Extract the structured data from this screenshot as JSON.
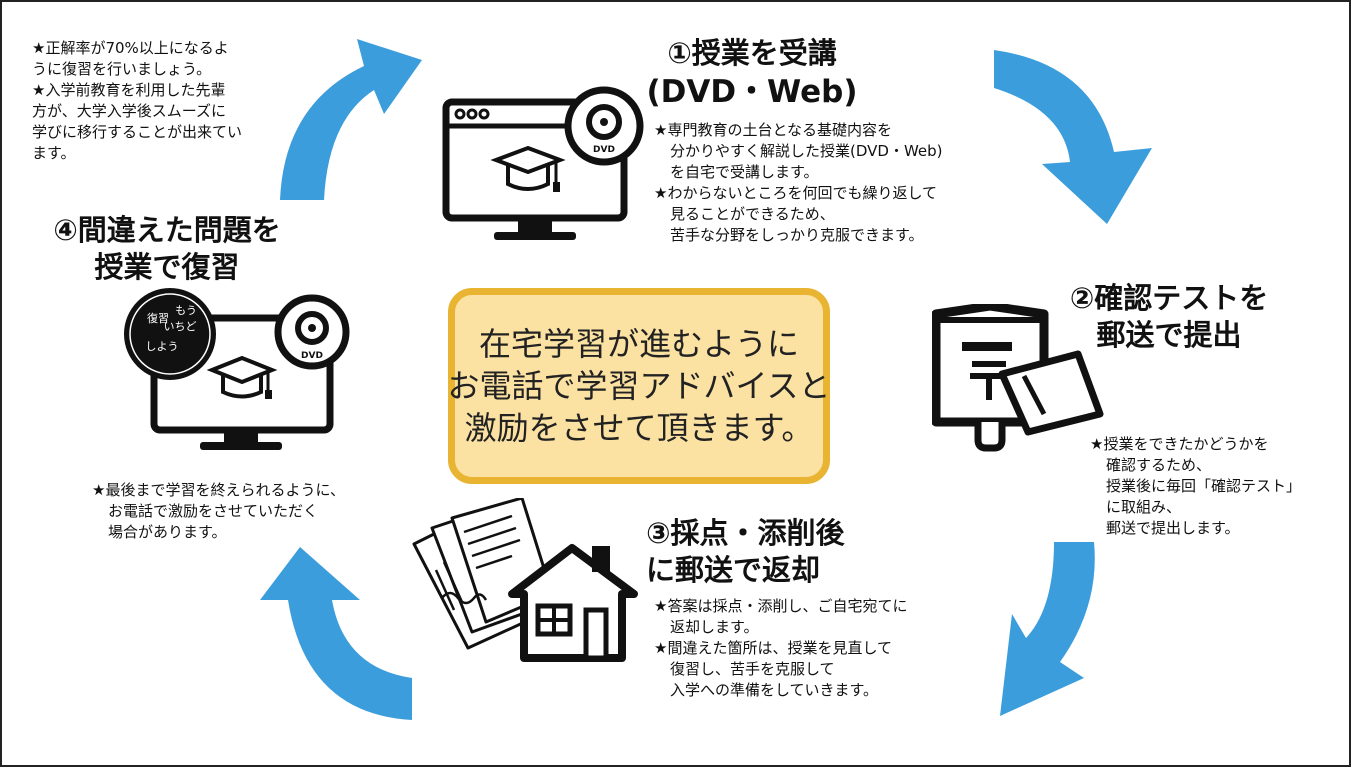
{
  "steps": [
    {
      "title": [
        "①授業を受講",
        "(DVD・Web)"
      ],
      "notes": [
        {
          "text": "★専門教育の土台となる基礎内容を",
          "indent": false
        },
        {
          "text": "分かりやすく解説した授業(DVD・Web)",
          "indent": true
        },
        {
          "text": "を自宅で受講します。",
          "indent": true
        },
        {
          "text": "★わからないところを何回でも繰り返して",
          "indent": false
        },
        {
          "text": "見ることができるため、",
          "indent": true
        },
        {
          "text": "苦手な分野をしっかり克服できます。",
          "indent": true
        }
      ],
      "icon": "monitor-dvd-icon",
      "disc_label": "DVD"
    },
    {
      "title": [
        "②確認テストを",
        "郵送で提出"
      ],
      "notes": [
        {
          "text": "★授業をできたかどうかを",
          "indent": false
        },
        {
          "text": "確認するため、",
          "indent": true
        },
        {
          "text": "授業後に毎回「確認テスト」",
          "indent": true
        },
        {
          "text": "に取組み、",
          "indent": true
        },
        {
          "text": "郵送で提出します。",
          "indent": true
        }
      ],
      "icon": "postbox-icon"
    },
    {
      "title": [
        "③採点・添削後",
        "に郵送で返却"
      ],
      "notes": [
        {
          "text": "★答案は採点・添削し、ご自宅宛てに",
          "indent": false
        },
        {
          "text": "返却します。",
          "indent": true
        },
        {
          "text": "★間違えた箇所は、授業を見直して",
          "indent": false
        },
        {
          "text": "復習し、苦手を克服して",
          "indent": true
        },
        {
          "text": "入学への準備をしていきます。",
          "indent": true
        }
      ],
      "icon": "house-papers-icon"
    },
    {
      "title": [
        "④間違えた問題を",
        "授業で復習"
      ],
      "notes": [
        {
          "text": "★最後まで学習を終えられるように、",
          "indent": false
        },
        {
          "text": "お電話で激励をさせていただく",
          "indent": true
        },
        {
          "text": "場合があります。",
          "indent": true
        }
      ],
      "icon": "monitor-review-icon",
      "stamp_text": [
        "もう",
        "いちど",
        "復習",
        "しよう"
      ],
      "disc_label": "DVD"
    }
  ],
  "top_left_notes": [
    {
      "text": "★正解率が70%以上になるよ",
      "indent": false
    },
    {
      "text": "うに復習を行いましょう。",
      "indent": false
    },
    {
      "text": "★入学前教育を利用した先輩",
      "indent": false
    },
    {
      "text": "方が、大学入学後スムーズに",
      "indent": false
    },
    {
      "text": "学びに移行することが出来てい",
      "indent": false
    },
    {
      "text": "ます。",
      "indent": false
    }
  ],
  "center": {
    "lines": [
      "在宅学習が進むように",
      "お電話で学習アドバイスと",
      "激励をさせて頂きます。"
    ]
  },
  "colors": {
    "arrow": "#3b9ddc",
    "center_fill": "#fbe2a3",
    "center_border": "#e8b431"
  }
}
